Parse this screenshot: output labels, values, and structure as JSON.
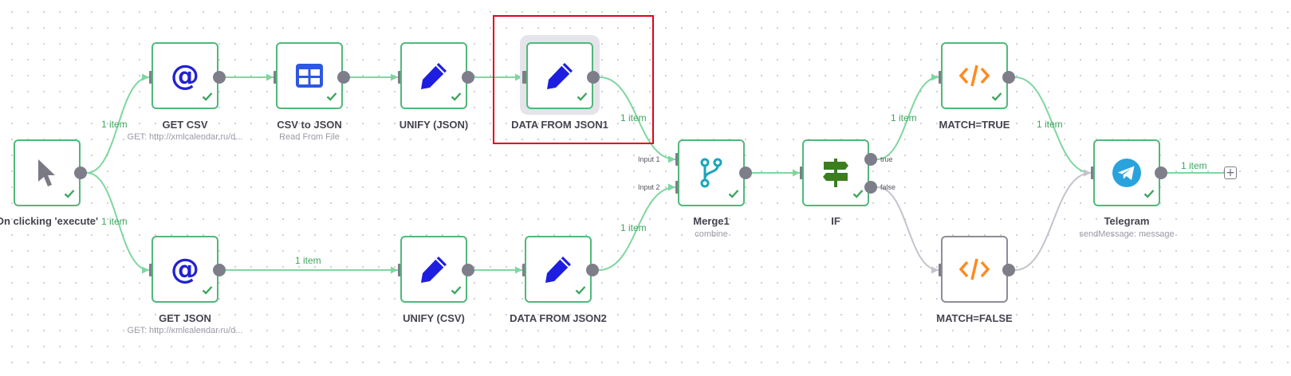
{
  "colors": {
    "node_border_success": "#51b87a",
    "node_border_idle": "#8d8d99",
    "edge_success": "#7fd6a0",
    "edge_idle": "#c3c3cc",
    "label_success": "#3ea65f",
    "selection_frame": "#e3001b"
  },
  "nodes": [
    {
      "id": "manual",
      "title": "On clicking 'execute'",
      "subtitle": "",
      "icon": "cursor-arrow-icon"
    },
    {
      "id": "get_csv",
      "title": "GET CSV",
      "subtitle": "GET: http://xmlcalendar.ru/d...",
      "icon": "at-sign-icon"
    },
    {
      "id": "csv_to_json",
      "title": "CSV to JSON",
      "subtitle": "Read From File",
      "icon": "table-icon"
    },
    {
      "id": "unify_json",
      "title": "UNIFY (JSON)",
      "subtitle": "",
      "icon": "pencil-icon"
    },
    {
      "id": "data_json1",
      "title": "DATA FROM JSON1",
      "subtitle": "",
      "icon": "pencil-icon"
    },
    {
      "id": "get_json",
      "title": "GET JSON",
      "subtitle": "GET: http://xmlcalendar.ru/d...",
      "icon": "at-sign-icon"
    },
    {
      "id": "unify_csv",
      "title": "UNIFY (CSV)",
      "subtitle": "",
      "icon": "pencil-icon"
    },
    {
      "id": "data_json2",
      "title": "DATA FROM JSON2",
      "subtitle": "",
      "icon": "pencil-icon"
    },
    {
      "id": "merge1",
      "title": "Merge1",
      "subtitle": "combine",
      "icon": "merge-icon"
    },
    {
      "id": "if",
      "title": "IF",
      "subtitle": "",
      "icon": "signpost-icon"
    },
    {
      "id": "match_true",
      "title": "MATCH=TRUE",
      "subtitle": "",
      "icon": "code-icon"
    },
    {
      "id": "match_false",
      "title": "MATCH=FALSE",
      "subtitle": "",
      "icon": "code-icon"
    },
    {
      "id": "telegram",
      "title": "Telegram",
      "subtitle": "sendMessage: message",
      "icon": "telegram-icon"
    }
  ],
  "edge_labels": {
    "manual_get_csv": "1 item",
    "manual_get_json": "1 item",
    "get_json_unify_csv": "1 item",
    "data_json1_merge": "1 item",
    "data_json2_merge": "1 item",
    "if_match_true": "1 item",
    "match_true_telegram": "1 item",
    "telegram_out": "1 item"
  },
  "port_labels": {
    "merge_input1": "Input 1",
    "merge_input2": "Input 2",
    "if_true": "true",
    "if_false": "false"
  },
  "add_node_symbol": "+"
}
